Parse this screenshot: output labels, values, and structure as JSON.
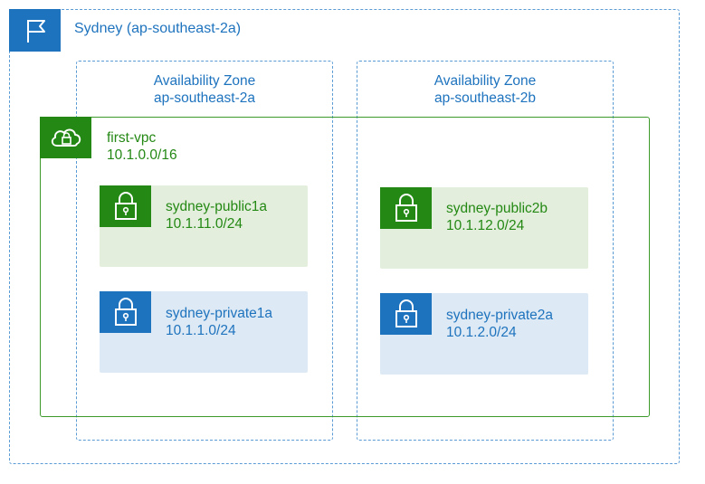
{
  "region": {
    "label": "Sydney (ap-southeast-2a)",
    "icon": "flag-icon",
    "color": "#1e73be"
  },
  "availability_zones": [
    {
      "title": "Availability Zone",
      "name": "ap-southeast-2a"
    },
    {
      "title": "Availability Zone",
      "name": "ap-southeast-2b"
    }
  ],
  "vpc": {
    "name": "first-vpc",
    "cidr": "10.1.0.0/16",
    "icon": "vpc-cloud-lock-icon",
    "color": "#248814"
  },
  "subnets": {
    "public1a": {
      "name": "sydney-public1a",
      "cidr": "10.1.11.0/24",
      "icon": "padlock-icon"
    },
    "public2b": {
      "name": "sydney-public2b",
      "cidr": "10.1.12.0/24",
      "icon": "padlock-icon"
    },
    "private1a": {
      "name": "sydney-private1a",
      "cidr": "10.1.1.0/24",
      "icon": "padlock-icon"
    },
    "private2a": {
      "name": "sydney-private2a",
      "cidr": "10.1.2.0/24",
      "icon": "padlock-icon"
    }
  },
  "colors": {
    "public_fill": "#e3efdc",
    "private_fill": "#dde9f4"
  }
}
